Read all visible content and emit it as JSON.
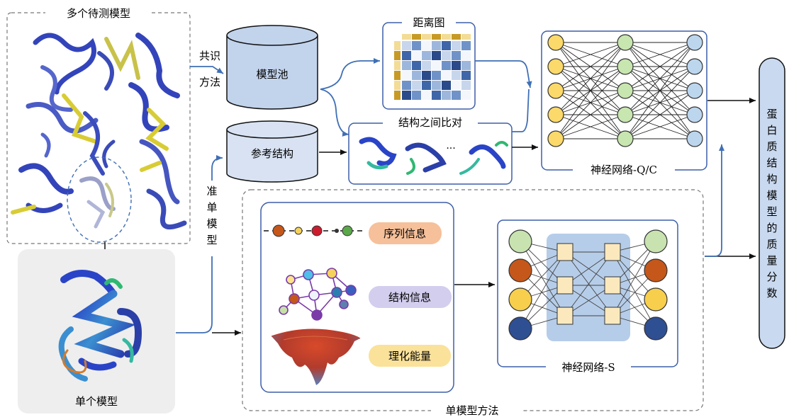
{
  "labels": {
    "candidate_models": "多个待测模型",
    "consensus_line1": "共识",
    "consensus_line2": "方法",
    "model_pool": "模型池",
    "reference_structure": "参考结构",
    "distance_map": "距离图",
    "structure_alignment": "结构之间比对",
    "alignment_ellipsis": "...",
    "nn_qc": "神经网络-Q/C",
    "quasi_single": [
      "准",
      "单",
      "模",
      "型"
    ],
    "single_model": "单个模型",
    "sequence_info": "序列信息",
    "structure_info": "结构信息",
    "physchem_energy": "理化能量",
    "nn_s": "神经网络-S",
    "single_model_method": "单模型方法",
    "output_score": [
      "蛋",
      "白",
      "质",
      "结",
      "构",
      "模",
      "型",
      "的",
      "质",
      "量",
      "分",
      "数"
    ]
  },
  "colors": {
    "node_yellow": "#fbd96a",
    "node_green": "#c8e6b0",
    "node_blue": "#bcd6ee",
    "db_fill": "#c2d3ec",
    "arrow_blue": "#3f6fb5",
    "panel_border": "#3d5fa8",
    "seq_pill": "#f6c09a",
    "struct_pill": "#d3cdee",
    "energy_pill": "#fbe29a",
    "nn_s_green": "#c8e3b0",
    "nn_s_orange": "#c5571b",
    "nn_s_yellow": "#f8cf4c",
    "nn_s_navy": "#2f4f93",
    "nn_s_bg": "#b6cde9",
    "hidden_node": "#fbe9bd",
    "output_fill": "#c9d9ef"
  }
}
